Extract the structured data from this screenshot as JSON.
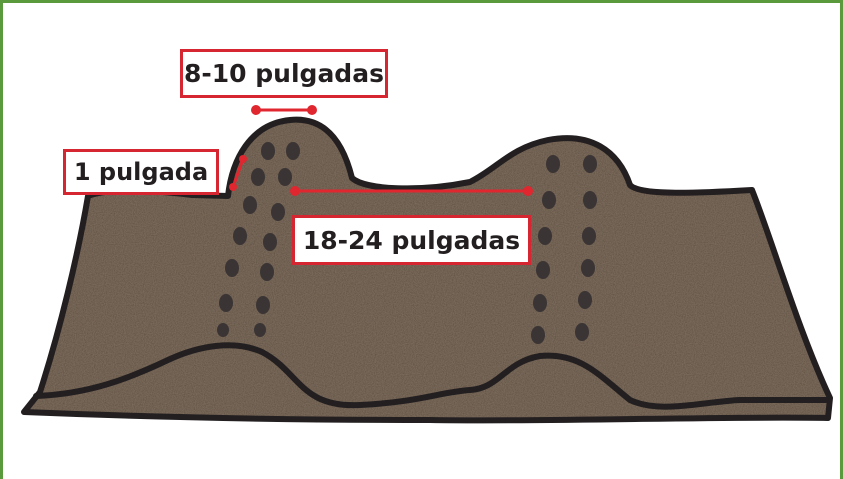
{
  "labels": {
    "row_width": "8-10 pulgadas",
    "planting_depth": "1 pulgada",
    "row_spacing": "18-24 pulgadas"
  },
  "colors": {
    "frame": "#5a9a3c",
    "label_border": "#d62631",
    "dimension_line": "#e0262f",
    "soil": "#7a6a5a",
    "outline": "#231f20",
    "seed": "#3a3434"
  }
}
